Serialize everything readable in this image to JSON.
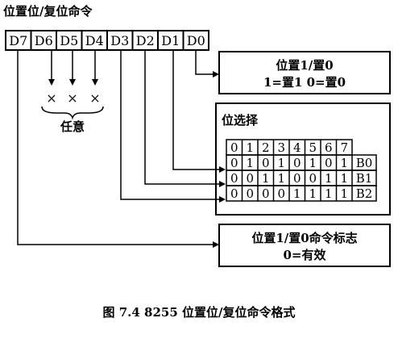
{
  "title": "位置位/复位命令",
  "bits": [
    "D7",
    "D6",
    "D5",
    "D4",
    "D3",
    "D2",
    "D1",
    "D0"
  ],
  "dont_care": {
    "marks": [
      "×",
      "×",
      "×"
    ],
    "label": "任意"
  },
  "set_reset_box": {
    "line1": "位置1/置0",
    "line2": "1=置1  0=置0"
  },
  "bit_select": {
    "title": "位选择",
    "header": [
      "0",
      "1",
      "2",
      "3",
      "4",
      "5",
      "6",
      "7"
    ],
    "rows": [
      {
        "values": [
          "0",
          "1",
          "0",
          "1",
          "0",
          "1",
          "0",
          "1"
        ],
        "label": "B0"
      },
      {
        "values": [
          "0",
          "0",
          "1",
          "1",
          "0",
          "0",
          "1",
          "1"
        ],
        "label": "B1"
      },
      {
        "values": [
          "0",
          "0",
          "0",
          "0",
          "1",
          "1",
          "1",
          "1"
        ],
        "label": "B2"
      }
    ]
  },
  "flag_box": {
    "line1": "位置1/置0命令标志",
    "line2": "0=有效"
  },
  "caption": "图 7.4   8255 位置位/复位命令格式"
}
